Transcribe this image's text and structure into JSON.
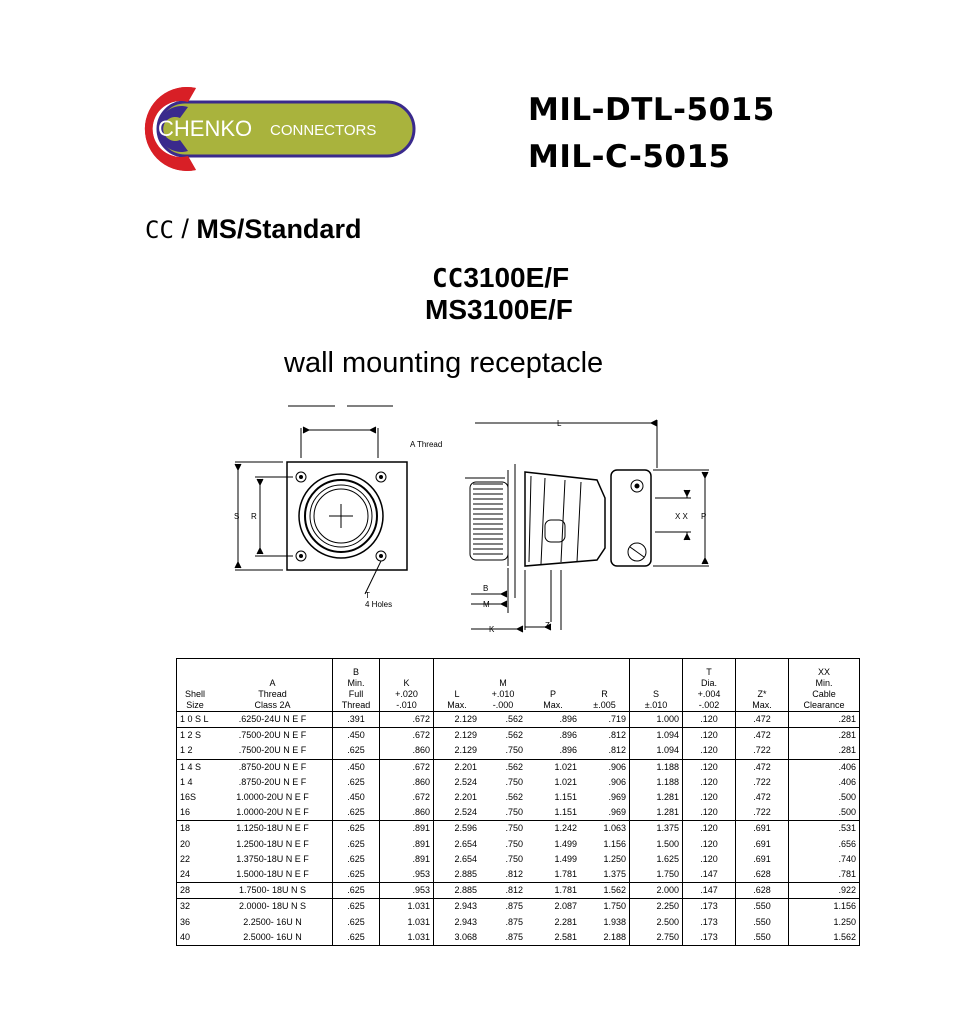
{
  "logo": {
    "brand": "CHENKO",
    "tagline": "CONNECTORS",
    "colors": {
      "red": "#d81f26",
      "blue": "#3a2a8c",
      "olive": "#a9b33d"
    }
  },
  "spec": {
    "line1": "MIL-DTL-5015",
    "line2": "MIL-C-5015"
  },
  "standard": {
    "prefix": "CC",
    "sep": " / ",
    "main": "MS/Standard"
  },
  "part_numbers": {
    "cc_prefix": "CC",
    "cc_rest": "3100E/F",
    "ms": "MS3100E/F"
  },
  "subtitle": "wall mounting receptacle",
  "drawing_labels": {
    "a_thread": "A Thread",
    "l": "L",
    "s": "S",
    "r": "R",
    "xx": "X X",
    "p": "P",
    "b": "B",
    "m": "M",
    "k": "K",
    "z": "Z",
    "t": "T",
    "holes": "4 Holes"
  },
  "table": {
    "headers": [
      [
        "Shell",
        "Size"
      ],
      [
        "A",
        "Thread",
        "Class 2A"
      ],
      [
        "B",
        "Min.",
        "Full",
        "Thread"
      ],
      [
        "K",
        "+.020",
        "-.010"
      ],
      [
        "L",
        "Max."
      ],
      [
        "M",
        "+.010",
        "-.000"
      ],
      [
        "P",
        "Max."
      ],
      [
        "R",
        "±.005"
      ],
      [
        "S",
        "±.010"
      ],
      [
        "T",
        "Dia.",
        "+.004",
        "-.002"
      ],
      [
        "Z*",
        "Max."
      ],
      [
        "XX",
        "Min.",
        "Cable",
        "Clearance"
      ]
    ],
    "rows": [
      [
        "1 0 S L",
        ".6250-24U N E F",
        ".391",
        ".672",
        "2.129",
        ".562",
        ".896",
        ".719",
        "1.000",
        ".120",
        ".472",
        ".281"
      ],
      [
        "1 2  S",
        ".7500-20U N E F",
        ".450",
        ".672",
        "2.129",
        ".562",
        ".896",
        ".812",
        "1.094",
        ".120",
        ".472",
        ".281"
      ],
      [
        "1    2",
        ".7500-20U N E F",
        ".625",
        ".860",
        "2.129",
        ".750",
        ".896",
        ".812",
        "1.094",
        ".120",
        ".722",
        ".281"
      ],
      [
        "1 4 S",
        ".8750-20U N E F",
        ".450",
        ".672",
        "2.201",
        ".562",
        "1.021",
        ".906",
        "1.188",
        ".120",
        ".472",
        ".406"
      ],
      [
        "1    4",
        ".8750-20U N E F",
        ".625",
        ".860",
        "2.524",
        ".750",
        "1.021",
        ".906",
        "1.188",
        ".120",
        ".722",
        ".406"
      ],
      [
        "16S",
        "1.0000-20U N E F",
        ".450",
        ".672",
        "2.201",
        ".562",
        "1.151",
        ".969",
        "1.281",
        ".120",
        ".472",
        ".500"
      ],
      [
        "16",
        "1.0000-20U N E F",
        ".625",
        ".860",
        "2.524",
        ".750",
        "1.151",
        ".969",
        "1.281",
        ".120",
        ".722",
        ".500"
      ],
      [
        "18",
        "1.1250-18U N E F",
        ".625",
        ".891",
        "2.596",
        ".750",
        "1.242",
        "1.063",
        "1.375",
        ".120",
        ".691",
        ".531"
      ],
      [
        "20",
        "1.2500-18U N E F",
        ".625",
        ".891",
        "2.654",
        ".750",
        "1.499",
        "1.156",
        "1.500",
        ".120",
        ".691",
        ".656"
      ],
      [
        "22",
        "1.3750-18U N E F",
        ".625",
        ".891",
        "2.654",
        ".750",
        "1.499",
        "1.250",
        "1.625",
        ".120",
        ".691",
        ".740"
      ],
      [
        "24",
        "1.5000-18U N E F",
        ".625",
        ".953",
        "2.885",
        ".812",
        "1.781",
        "1.375",
        "1.750",
        ".147",
        ".628",
        ".781"
      ],
      [
        "28",
        "1.7500- 18U N S",
        ".625",
        ".953",
        "2.885",
        ".812",
        "1.781",
        "1.562",
        "2.000",
        ".147",
        ".628",
        ".922"
      ],
      [
        "32",
        "2.0000- 18U N S",
        ".625",
        "1.031",
        "2.943",
        ".875",
        "2.087",
        "1.750",
        "2.250",
        ".173",
        ".550",
        "1.156"
      ],
      [
        "36",
        "2.2500- 16U N",
        ".625",
        "1.031",
        "2.943",
        ".875",
        "2.281",
        "1.938",
        "2.500",
        ".173",
        ".550",
        "1.250"
      ],
      [
        "40",
        "2.5000- 16U N",
        ".625",
        "1.031",
        "3.068",
        ".875",
        "2.581",
        "2.188",
        "2.750",
        ".173",
        ".550",
        "1.562"
      ]
    ]
  }
}
